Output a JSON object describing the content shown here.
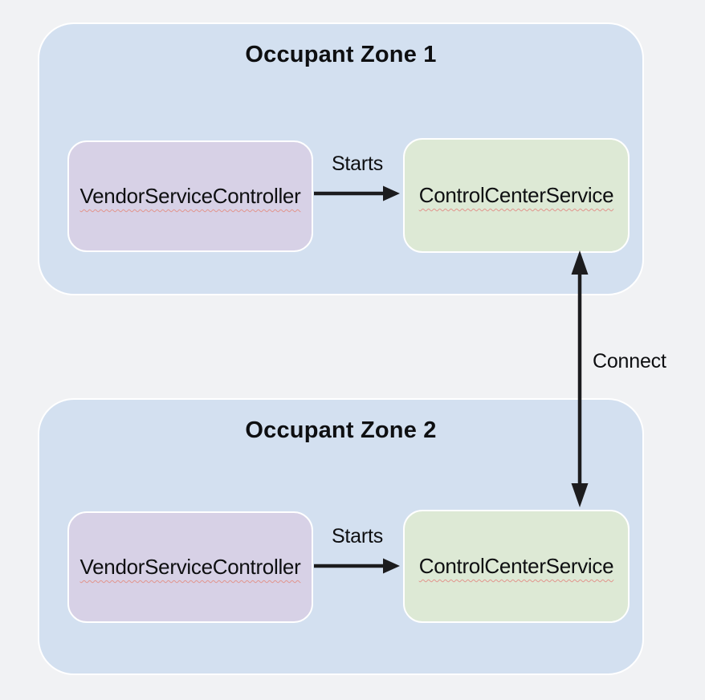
{
  "diagram": {
    "zones": [
      {
        "title": "Occupant Zone 1",
        "vendor_label": "VendorServiceController",
        "control_label": "ControlCenterService",
        "starts_label": "Starts"
      },
      {
        "title": "Occupant Zone 2",
        "vendor_label": "VendorServiceController",
        "control_label": "ControlCenterService",
        "starts_label": "Starts"
      }
    ],
    "connect_label": "Connect",
    "edges": [
      {
        "from": "VendorServiceController (Zone 1)",
        "to": "ControlCenterService (Zone 1)",
        "label": "Starts",
        "direction": "right"
      },
      {
        "from": "VendorServiceController (Zone 2)",
        "to": "ControlCenterService (Zone 2)",
        "label": "Starts",
        "direction": "right"
      },
      {
        "from": "ControlCenterService (Zone 1)",
        "to": "ControlCenterService (Zone 2)",
        "label": "Connect",
        "direction": "bidirectional"
      }
    ]
  },
  "colors": {
    "page-bg": "#f1f2f4",
    "zone-bg": "#d3e0f0",
    "zone-border": "#ffffff",
    "vendor-bg": "#d7d1e6",
    "control-bg": "#dde9d5",
    "node-border": "#ffffff",
    "text": "#0e0f11",
    "arrow": "#1c1c1e",
    "squiggle": "#e2948c"
  }
}
